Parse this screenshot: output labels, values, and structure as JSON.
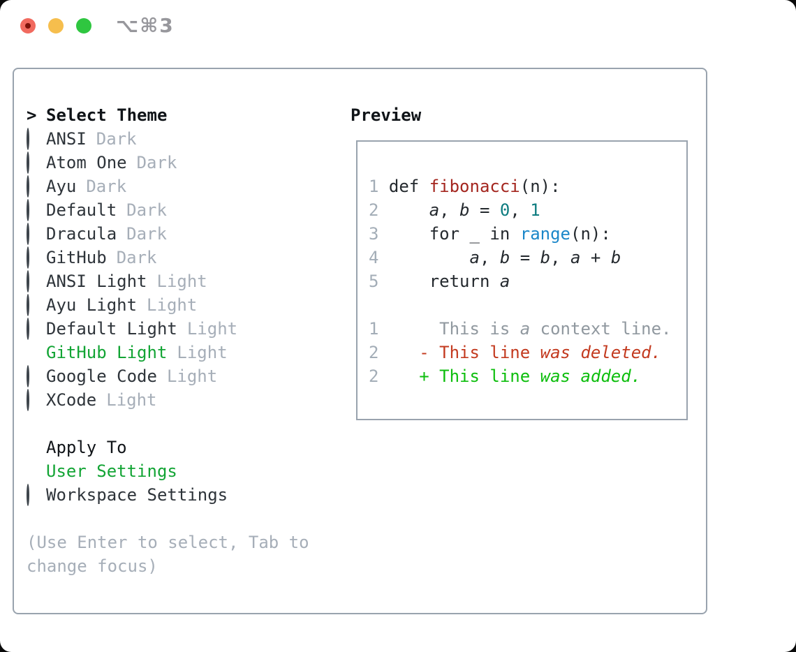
{
  "titlebar": {
    "shortcut": "⌥⌘3"
  },
  "theme_picker": {
    "prompt": ">",
    "header": "Select Theme",
    "items": [
      {
        "name": "ANSI",
        "variant": "Dark",
        "selected": false
      },
      {
        "name": "Atom One",
        "variant": "Dark",
        "selected": false
      },
      {
        "name": "Ayu",
        "variant": "Dark",
        "selected": false
      },
      {
        "name": "Default",
        "variant": "Dark",
        "selected": false
      },
      {
        "name": "Dracula",
        "variant": "Dark",
        "selected": false
      },
      {
        "name": "GitHub",
        "variant": "Dark",
        "selected": false
      },
      {
        "name": "ANSI Light",
        "variant": "Light",
        "selected": false
      },
      {
        "name": "Ayu Light",
        "variant": "Light",
        "selected": false
      },
      {
        "name": "Default Light",
        "variant": "Light",
        "selected": false
      },
      {
        "name": "GitHub Light",
        "variant": "Light",
        "selected": true
      },
      {
        "name": "Google Code",
        "variant": "Light",
        "selected": false
      },
      {
        "name": "XCode",
        "variant": "Light",
        "selected": false
      }
    ]
  },
  "apply_to": {
    "header": "Apply To",
    "options": [
      {
        "label": "User Settings",
        "selected": true
      },
      {
        "label": "Workspace Settings",
        "selected": false
      }
    ]
  },
  "hint": "(Use Enter to select, Tab to change focus)",
  "preview": {
    "header": "Preview",
    "lines": [
      [
        {
          "t": "1",
          "c": "ln"
        },
        {
          "t": " def ",
          "c": "code"
        },
        {
          "t": "fibonacci",
          "c": "func"
        },
        {
          "t": "(n):",
          "c": "code"
        }
      ],
      [
        {
          "t": "2",
          "c": "ln"
        },
        {
          "t": "     ",
          "c": "code"
        },
        {
          "t": "a",
          "c": "var"
        },
        {
          "t": ", ",
          "c": "code"
        },
        {
          "t": "b",
          "c": "var"
        },
        {
          "t": " = ",
          "c": "code"
        },
        {
          "t": "0",
          "c": "num"
        },
        {
          "t": ", ",
          "c": "code"
        },
        {
          "t": "1",
          "c": "num"
        }
      ],
      [
        {
          "t": "3",
          "c": "ln"
        },
        {
          "t": "     for _ in ",
          "c": "code"
        },
        {
          "t": "range",
          "c": "blt"
        },
        {
          "t": "(n):",
          "c": "code"
        }
      ],
      [
        {
          "t": "4",
          "c": "ln"
        },
        {
          "t": "         ",
          "c": "code"
        },
        {
          "t": "a",
          "c": "var"
        },
        {
          "t": ", ",
          "c": "code"
        },
        {
          "t": "b",
          "c": "var"
        },
        {
          "t": " = ",
          "c": "code"
        },
        {
          "t": "b",
          "c": "var"
        },
        {
          "t": ", ",
          "c": "code"
        },
        {
          "t": "a",
          "c": "var"
        },
        {
          "t": " + ",
          "c": "code"
        },
        {
          "t": "b",
          "c": "var"
        }
      ],
      [
        {
          "t": "5",
          "c": "ln"
        },
        {
          "t": "     return ",
          "c": "code"
        },
        {
          "t": "a",
          "c": "var"
        }
      ],
      [
        {
          "t": " ",
          "c": "code"
        }
      ],
      [
        {
          "t": "1",
          "c": "ln"
        },
        {
          "t": "      This is ",
          "c": "ctx"
        },
        {
          "t": "a",
          "c": "ctxi"
        },
        {
          "t": " context line.",
          "c": "ctx"
        }
      ],
      [
        {
          "t": "2",
          "c": "ln"
        },
        {
          "t": "    ",
          "c": "code"
        },
        {
          "t": "- This line ",
          "c": "del"
        },
        {
          "t": "was",
          "c": "deli"
        },
        {
          "t": " ",
          "c": "del"
        },
        {
          "t": "deleted.",
          "c": "deli"
        }
      ],
      [
        {
          "t": "2",
          "c": "ln"
        },
        {
          "t": "    ",
          "c": "code"
        },
        {
          "t": "+ This line ",
          "c": "add"
        },
        {
          "t": "was",
          "c": "addi"
        },
        {
          "t": " ",
          "c": "add"
        },
        {
          "t": "added.",
          "c": "addi"
        }
      ]
    ]
  },
  "colors": {
    "selection_green": "#12a434",
    "added_green": "#0dbe0d",
    "deleted_red": "#c33a1f",
    "function_red": "#a4261f",
    "number_teal": "#0e7c80",
    "builtin_blue": "#1b87c9",
    "muted_gray": "#a6aeb8",
    "line_number_gray": "#a3adb7",
    "border_gray": "#99a3ae",
    "text_dark": "#24292e",
    "traffic_red": "#f16a5f",
    "traffic_yellow": "#f6be4d",
    "traffic_green": "#2fc640"
  }
}
